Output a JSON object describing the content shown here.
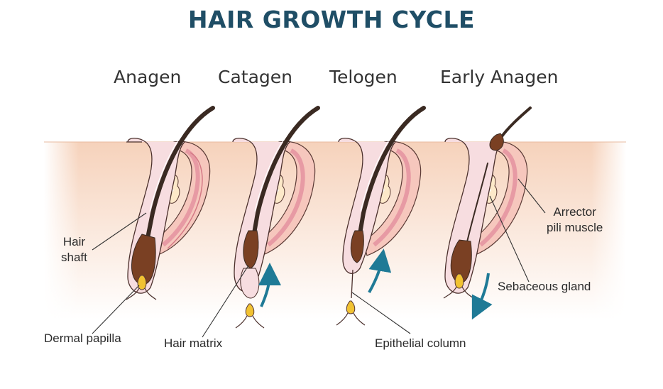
{
  "title": "HAIR GROWTH CYCLE",
  "stages": [
    "Anagen",
    "Catagen",
    "Telogen",
    "Early Anagen"
  ],
  "labels": {
    "hair_shaft_1": "Hair",
    "hair_shaft_2": "shaft",
    "dermal_papilla": "Dermal papilla",
    "hair_matrix": "Hair matrix",
    "epithelial_column": "Epithelial column",
    "arrector_1": "Arrector",
    "arrector_2": "pili muscle",
    "sebaceous_gland": "Sebaceous gland"
  },
  "colors": {
    "title": "#1f4e66",
    "skin": "#f6d3bd",
    "follicle": "#f4d7dc",
    "hair": "#6a3d22",
    "bulb": "#7a4023",
    "papilla": "#f1c232",
    "muscle": "#e79aa4",
    "arrow": "#1f7a96"
  }
}
